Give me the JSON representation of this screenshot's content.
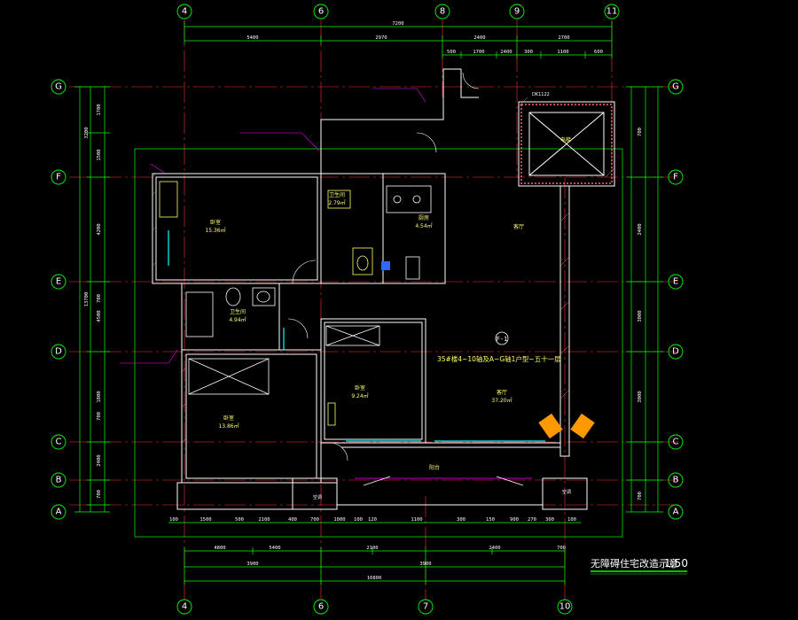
{
  "drawing": {
    "title": "无障碍住宅改造示意",
    "scale": "1:50",
    "floor_note": "35#楼4~10轴及A~G轴1户型~五十一层",
    "section_mark": "F-1"
  },
  "axes": {
    "top": [
      "4",
      "6",
      "8",
      "9",
      "11"
    ],
    "bottom": [
      "4",
      "6",
      "7",
      "10"
    ],
    "rows": [
      "G",
      "F",
      "E",
      "D",
      "C",
      "B",
      "A"
    ]
  },
  "dimensions": {
    "top_total": "7200",
    "top_row2": [
      "5400",
      "2970",
      "2400",
      "2700"
    ],
    "top_row3": [
      "500",
      "1700",
      "2400",
      "300",
      "1100",
      "600"
    ],
    "bottom_row1": [
      "100",
      "1500",
      "500",
      "2100",
      "400",
      "700",
      "1000",
      "100",
      "120",
      "1100",
      "300",
      "150",
      "900",
      "270",
      "300",
      "100"
    ],
    "bottom_row2": [
      "4800",
      "5400",
      "2100",
      "2400",
      "700"
    ],
    "bottom_row3": [
      "3900",
      "3900"
    ],
    "bottom_total": "10800",
    "left_col": [
      "1700",
      "1500",
      "4200",
      "700",
      "4500",
      "1800",
      "700",
      "2400",
      "700"
    ],
    "left_outer": [
      "3200",
      "13700"
    ],
    "right_col": [
      "700",
      "2400",
      "3000",
      "3000",
      "700"
    ]
  },
  "rooms": [
    {
      "name": "卧室",
      "area": "15.36㎡"
    },
    {
      "name": "卫生间",
      "area": "2.79㎡"
    },
    {
      "name": "厨房",
      "area": "4.54㎡"
    },
    {
      "name": "客厅",
      "area": ""
    },
    {
      "name": "卫生间",
      "area": "4.94㎡"
    },
    {
      "name": "卧室",
      "area": "9.24㎡"
    },
    {
      "name": "客厅",
      "area": "37.20㎡"
    },
    {
      "name": "卧室",
      "area": "13.86㎡"
    },
    {
      "name": "阳台",
      "area": ""
    },
    {
      "name": "电梯",
      "area": ""
    }
  ],
  "labels": {
    "ac_left": "空调",
    "ac_right": "空调",
    "elevator_code": "DK1122"
  },
  "colors": {
    "background": "#000000",
    "axis": "#00ff00",
    "wall": "#ffffff",
    "hatch": "#ff6666",
    "dim": "#00ff00",
    "centerline": "#ff0000",
    "text": "#ffffff",
    "room_text": "#ffff66",
    "cyan": "#00ffff",
    "accent": "#ff00ff"
  }
}
